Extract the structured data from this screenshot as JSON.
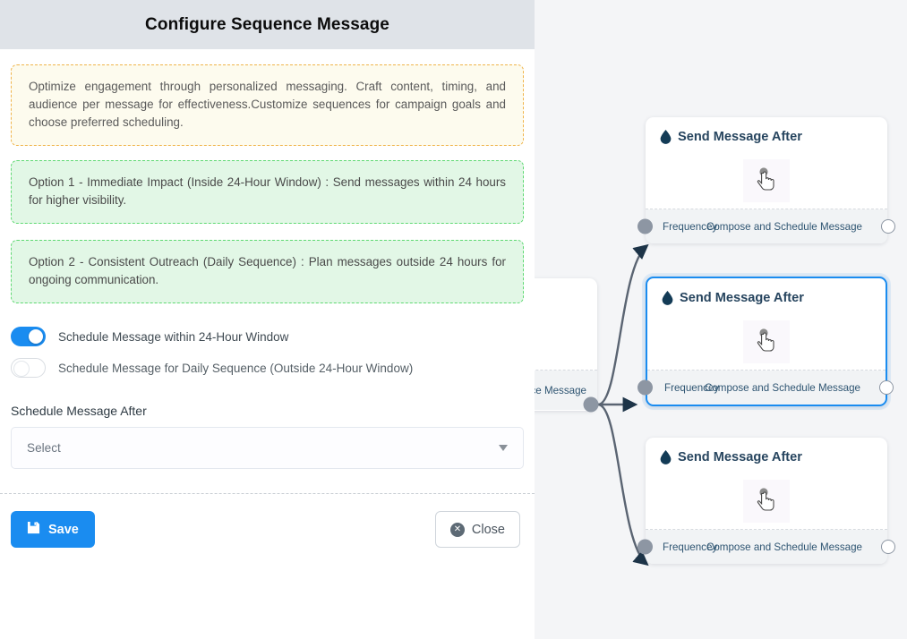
{
  "panel": {
    "title": "Configure Sequence Message",
    "info_note": "Optimize engagement through personalized messaging. Craft content, timing, and audience per message for effectiveness.Customize sequences for campaign goals and choose preferred scheduling.",
    "option_1": "Option 1 - Immediate Impact (Inside 24-Hour Window) : Send messages within 24 hours for higher visibility.",
    "option_2": "Option 2 - Consistent Outreach (Daily Sequence) : Plan messages outside 24 hours for ongoing communication.",
    "toggles": [
      {
        "label": "Schedule Message within 24-Hour Window",
        "state": "on"
      },
      {
        "label": "Schedule Message for Daily Sequence (Outside 24-Hour Window)",
        "state": "off"
      }
    ],
    "field": {
      "label": "Schedule Message After",
      "selected": "Select",
      "caret_icon": "chevron-down-icon"
    },
    "footer": {
      "save_label": "Save",
      "save_icon": "floppy-disk-icon",
      "close_label": "Close",
      "close_icon": "circle-x-icon"
    }
  },
  "canvas": {
    "partial_node": {
      "footer_text": "ce Message"
    },
    "nodes": [
      {
        "title": "Send Message After",
        "title_icon": "droplet-icon",
        "body_icon": "hand-pointer-icon",
        "footer_left": "Frequencey",
        "footer_right": "Compose and Schedule Message",
        "selected": false
      },
      {
        "title": "Send Message After",
        "title_icon": "droplet-icon",
        "body_icon": "hand-pointer-icon",
        "footer_left": "Frequencey",
        "footer_right": "Compose and Schedule Message",
        "selected": true
      },
      {
        "title": "Send Message After",
        "title_icon": "droplet-icon",
        "body_icon": "hand-pointer-icon",
        "footer_left": "Frequencey",
        "footer_right": "Compose and Schedule Message",
        "selected": false
      }
    ]
  },
  "colors": {
    "accent": "#1a8cf0",
    "header_bg": "#dfe3e8",
    "canvas_bg": "#f4f5f7",
    "info_border": "#f0b44b",
    "info_bg": "#fdfbee",
    "ok_border": "#5fd973",
    "ok_bg": "#e2f7e6",
    "node_title": "#27455f",
    "edge": "#5a6472"
  }
}
